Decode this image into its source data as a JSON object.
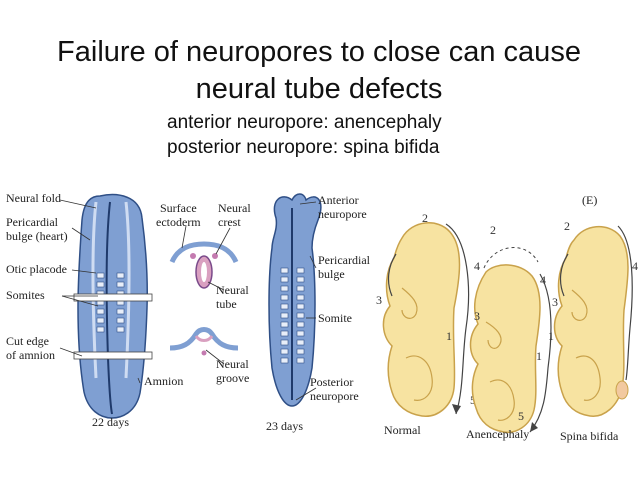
{
  "slide": {
    "title_line1": "Failure of neuropores to close can cause",
    "title_line2": "neural tube defects",
    "subtitle_line1": "anterior neuropore: anencephaly",
    "subtitle_line2": "posterior neuropore: spina bifida"
  },
  "diagram": {
    "embryo_22_days": {
      "labels": {
        "neural_fold": "Neural fold",
        "pericardial_1": "Pericardial",
        "pericardial_2": "bulge (heart)",
        "otic_placode": "Otic placode",
        "somites": "Somites",
        "cut_edge_1": "Cut edge",
        "cut_edge_2": "of amnion",
        "amnion": "Amnion",
        "age": "22 days"
      }
    },
    "cross_sections": {
      "labels": {
        "surface_1": "Surface",
        "surface_2": "ectoderm",
        "crest_1": "Neural",
        "crest_2": "crest",
        "tube_1": "Neural",
        "tube_2": "tube",
        "groove_1": "Neural",
        "groove_2": "groove"
      }
    },
    "embryo_23_days": {
      "labels": {
        "anterior_1": "Anterior",
        "anterior_2": "neuropore",
        "pericardial_1": "Pericardial",
        "pericardial_2": "bulge",
        "somite": "Somite",
        "posterior_1": "Posterior",
        "posterior_2": "neuropore",
        "age": "23 days"
      }
    },
    "fetuses": {
      "normal": "Normal",
      "anencephaly": "Anencephaly",
      "spina_bifida": "Spina bifida",
      "panel_e": "(E)",
      "n1": "1",
      "n2": "2",
      "n3": "3",
      "n4": "4",
      "n5": "5"
    },
    "colors": {
      "embryo_blue": "#7f9fd2",
      "embryo_dark": "#2f4f86",
      "fetus_skin": "#f7e3a1",
      "fetus_outline": "#c9a24b",
      "pink": "#d9a0c0"
    }
  }
}
